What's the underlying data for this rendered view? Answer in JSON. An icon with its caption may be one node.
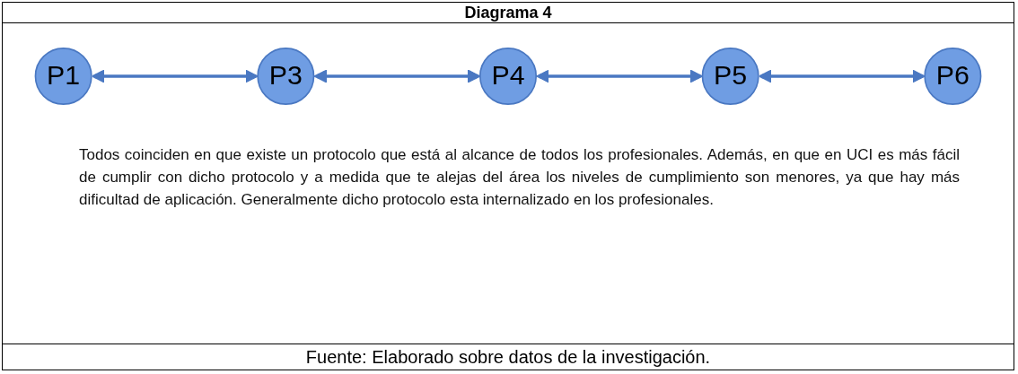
{
  "diagram": {
    "title": "Diagrama 4",
    "nodes": [
      {
        "text": [
          "P1"
        ]
      },
      {
        "text": [
          "P3"
        ]
      },
      {
        "text": [
          "P4"
        ]
      },
      {
        "text": [
          "P5"
        ]
      },
      {
        "text": [
          "P6"
        ]
      }
    ],
    "edges": [
      {
        "from": 0,
        "to": 1,
        "arrow": "both"
      },
      {
        "from": 1,
        "to": 2,
        "arrow": "both"
      },
      {
        "from": 2,
        "to": 3,
        "arrow": "both"
      },
      {
        "from": 3,
        "to": 4,
        "arrow": "both"
      }
    ],
    "labels": [
      "Todos coinciden en que existe un protocolo que está al alcance de todos los profesionales. Además, en que en UCI es más fácil de cumplir con dicho protocolo y a medida que te alejas del área los niveles de cumplimiento son menores, ya que hay más dificultad de aplicación. Generalmente dicho protocolo esta internalizado en los profesionales."
    ],
    "caption": "Fuente: Elaborado sobre datos de la investigación."
  }
}
